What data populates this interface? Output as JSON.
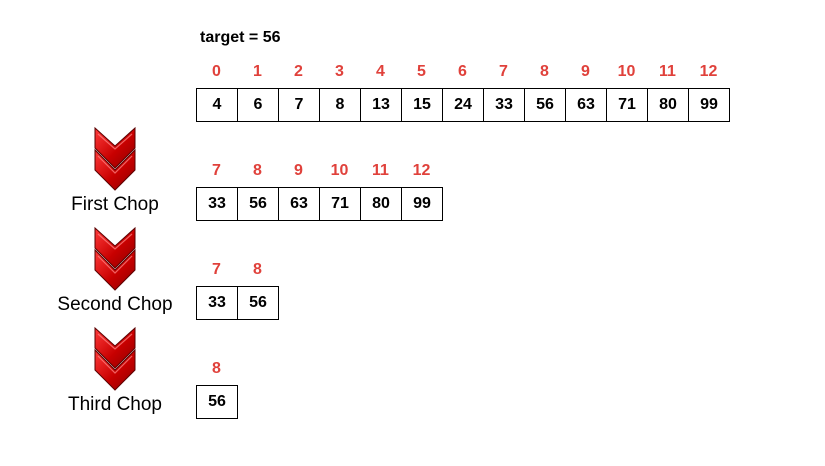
{
  "target_label": "target = 56",
  "rows": [
    {
      "indices": [
        "0",
        "1",
        "2",
        "3",
        "4",
        "5",
        "6",
        "7",
        "8",
        "9",
        "10",
        "11",
        "12"
      ],
      "values": [
        "4",
        "6",
        "7",
        "8",
        "13",
        "15",
        "24",
        "33",
        "56",
        "63",
        "71",
        "80",
        "99"
      ]
    },
    {
      "indices": [
        "7",
        "8",
        "9",
        "10",
        "11",
        "12"
      ],
      "values": [
        "33",
        "56",
        "63",
        "71",
        "80",
        "99"
      ]
    },
    {
      "indices": [
        "7",
        "8"
      ],
      "values": [
        "33",
        "56"
      ]
    },
    {
      "indices": [
        "8"
      ],
      "values": [
        "56"
      ]
    }
  ],
  "steps": [
    "First Chop",
    "Second Chop",
    "Third Chop"
  ],
  "colors": {
    "index": "#e0413b",
    "chevron_light": "#ff3b3b",
    "chevron_dark": "#8c0000"
  },
  "icons": {
    "step": "chevron-down-icon"
  }
}
